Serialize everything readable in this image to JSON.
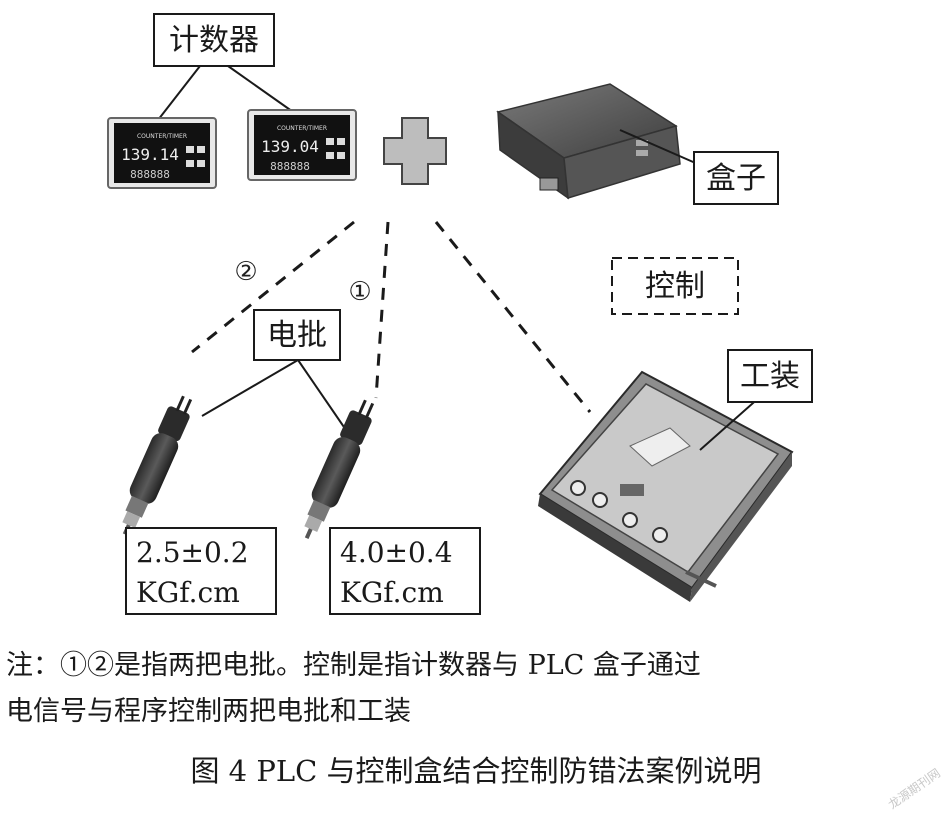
{
  "labels": {
    "counter": "计数器",
    "box": "盒子",
    "control": "控制",
    "screwdriver": "电批",
    "fixture": "工装"
  },
  "markers": {
    "one": "①",
    "two": "②"
  },
  "counter_display": {
    "header": "COUNTER/TIMER",
    "top_value_1": "139.14",
    "top_value_2": "139.04",
    "bottom_value": "888888"
  },
  "specs": {
    "left": {
      "value": "2.5±0.2",
      "unit": "KGf.cm"
    },
    "right": {
      "value": "4.0±0.4",
      "unit": "KGf.cm"
    }
  },
  "note": {
    "line1": "注：①②是指两把电批。控制是指计数器与 PLC 盒子通过",
    "line2": "电信号与程序控制两把电批和工装"
  },
  "caption": "图 4   PLC 与控制盒结合控制防错法案例说明",
  "watermark": "龙源期刊网"
}
